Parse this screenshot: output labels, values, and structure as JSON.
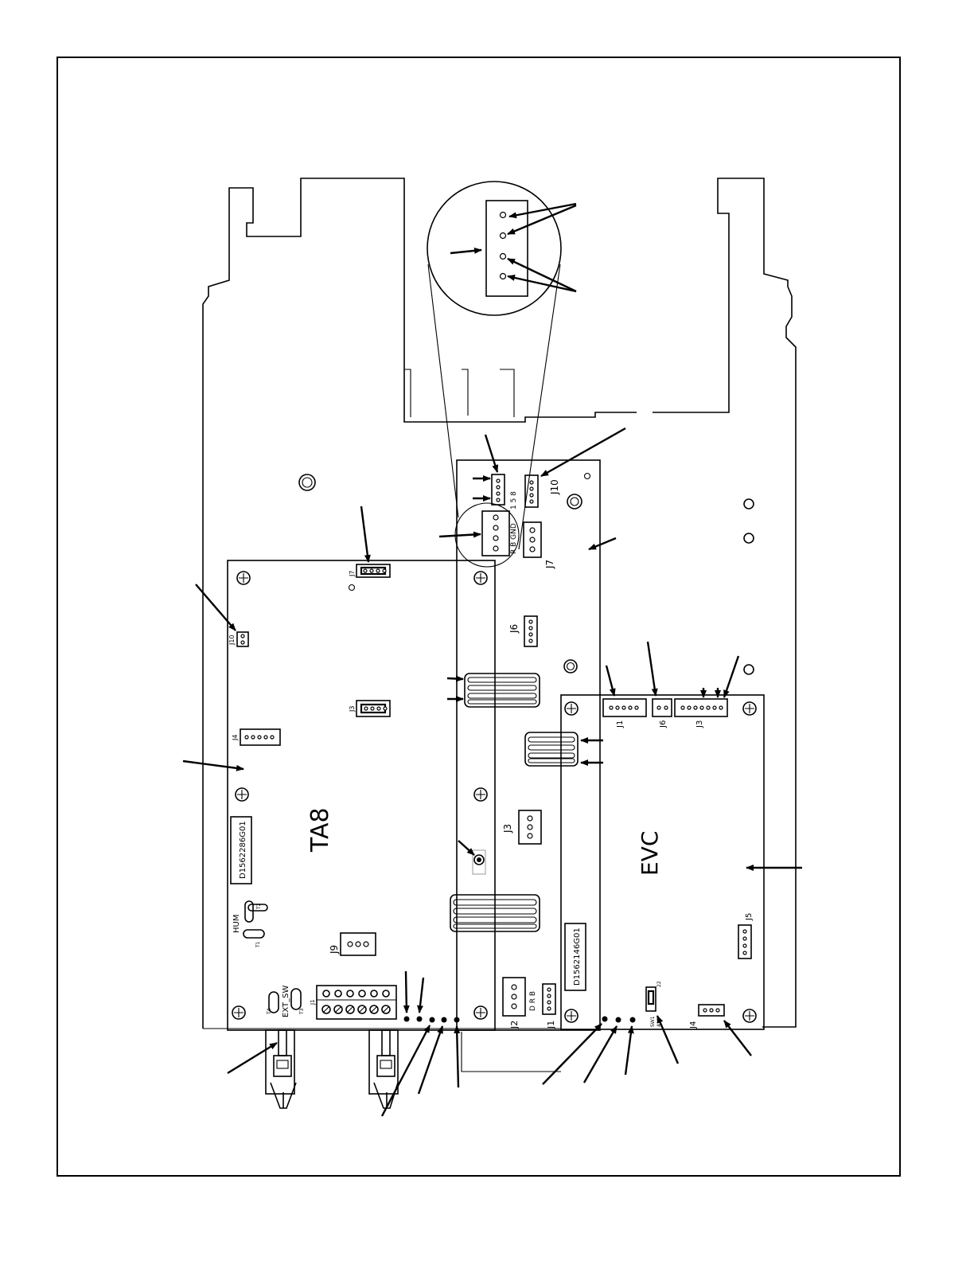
{
  "boards": {
    "left": {
      "name": "TA8",
      "part_number": "D1562286G01"
    },
    "right": {
      "name": "EVC",
      "part_number": "D1562146G01"
    }
  },
  "connectors": {
    "ta8": {
      "j7": "J7",
      "j10": "J10",
      "j3": "J3",
      "j4": "J4",
      "j9": "J9",
      "j1": "J1",
      "hum": "HUM",
      "ext_sw": "EXT_SW",
      "pin_t1": "T1",
      "pin_t2": "T2",
      "pin_t3": "T3",
      "pin_t4": "T4"
    },
    "middle": {
      "j10": "J10",
      "j7": "J7",
      "j6": "J6",
      "j3": "J3",
      "j2": "J2",
      "j1": "J1",
      "j7_pins": "R B GND",
      "j10_pins": "1 5 8",
      "j2_pins": "D R B"
    },
    "evc": {
      "j1": "J1",
      "j6": "J6",
      "j3": "J3",
      "j5": "J5",
      "j4": "J4",
      "sw1": "SW1",
      "sw1_pos": "410",
      "sw1_num": "22"
    }
  }
}
